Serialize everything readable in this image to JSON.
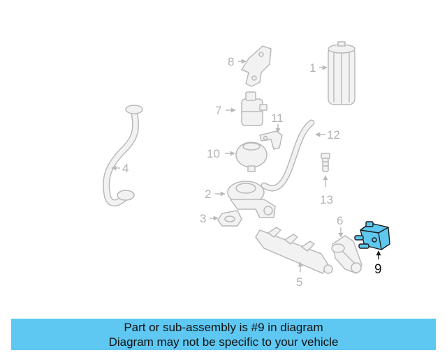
{
  "diagram": {
    "callouts": {
      "c1": "1",
      "c2": "2",
      "c3": "3",
      "c4": "4",
      "c5": "5",
      "c6": "6",
      "c7": "7",
      "c8": "8",
      "c9": "9",
      "c10": "10",
      "c11": "11",
      "c12": "12",
      "c13": "13"
    },
    "highlighted_part": "9",
    "colors": {
      "highlight_fill": "#5ec8ee",
      "banner_background": "#5ec8f2",
      "part_outline": "#b9b9b9"
    }
  },
  "banner": {
    "line1": "Part or sub-assembly is #9 in diagram",
    "line2": "Diagram may not be specific to your vehicle"
  }
}
